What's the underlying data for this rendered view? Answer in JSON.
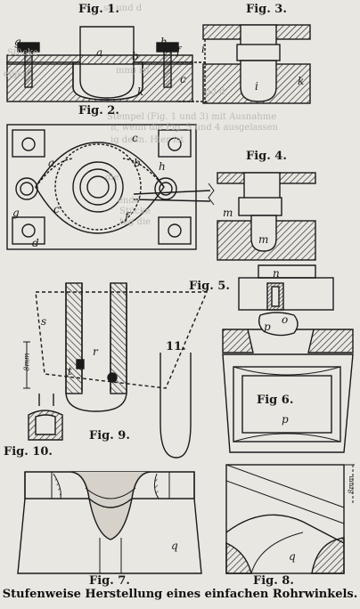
{
  "figures": {
    "fig1": "Fig. 1.",
    "fig2": "Fig. 2.",
    "fig3": "Fig. 3.",
    "fig4": "Fig. 4.",
    "fig5": "Fig. 5.",
    "fig6": "Fig 6.",
    "fig7": "Fig. 7.",
    "fig8": "Fig. 8.",
    "fig9": "Fig. 9.",
    "fig10": "Fig. 10.",
    "fig11": "11."
  },
  "letters": {
    "g": "g",
    "h": "h",
    "a": "a",
    "b": "b",
    "f": "f",
    "c": "c",
    "i": "i",
    "k": "k",
    "d": "d",
    "m": "m",
    "n": "n",
    "o": "o",
    "p": "p",
    "q": "q",
    "s": "s",
    "t": "t",
    "r": "r"
  },
  "dimensions": {
    "fig9": "8mm",
    "fig8": "8mm"
  },
  "bleed_text": [
    "so und d",
    "Stücke",
    "eigen",
    "mm) ist",
    "nd d",
    "Stempel (Fig. 1 und 3) mit Ausnahme",
    "n, wenn die Fig. 5 und 4 ausgelassen",
    "ig denn. Hier ist",
    "die",
    "ende",
    "Stücke",
    "tag die"
  ],
  "caption": "Stufenweise Herstellung eines einfachen Rohrwinkels."
}
